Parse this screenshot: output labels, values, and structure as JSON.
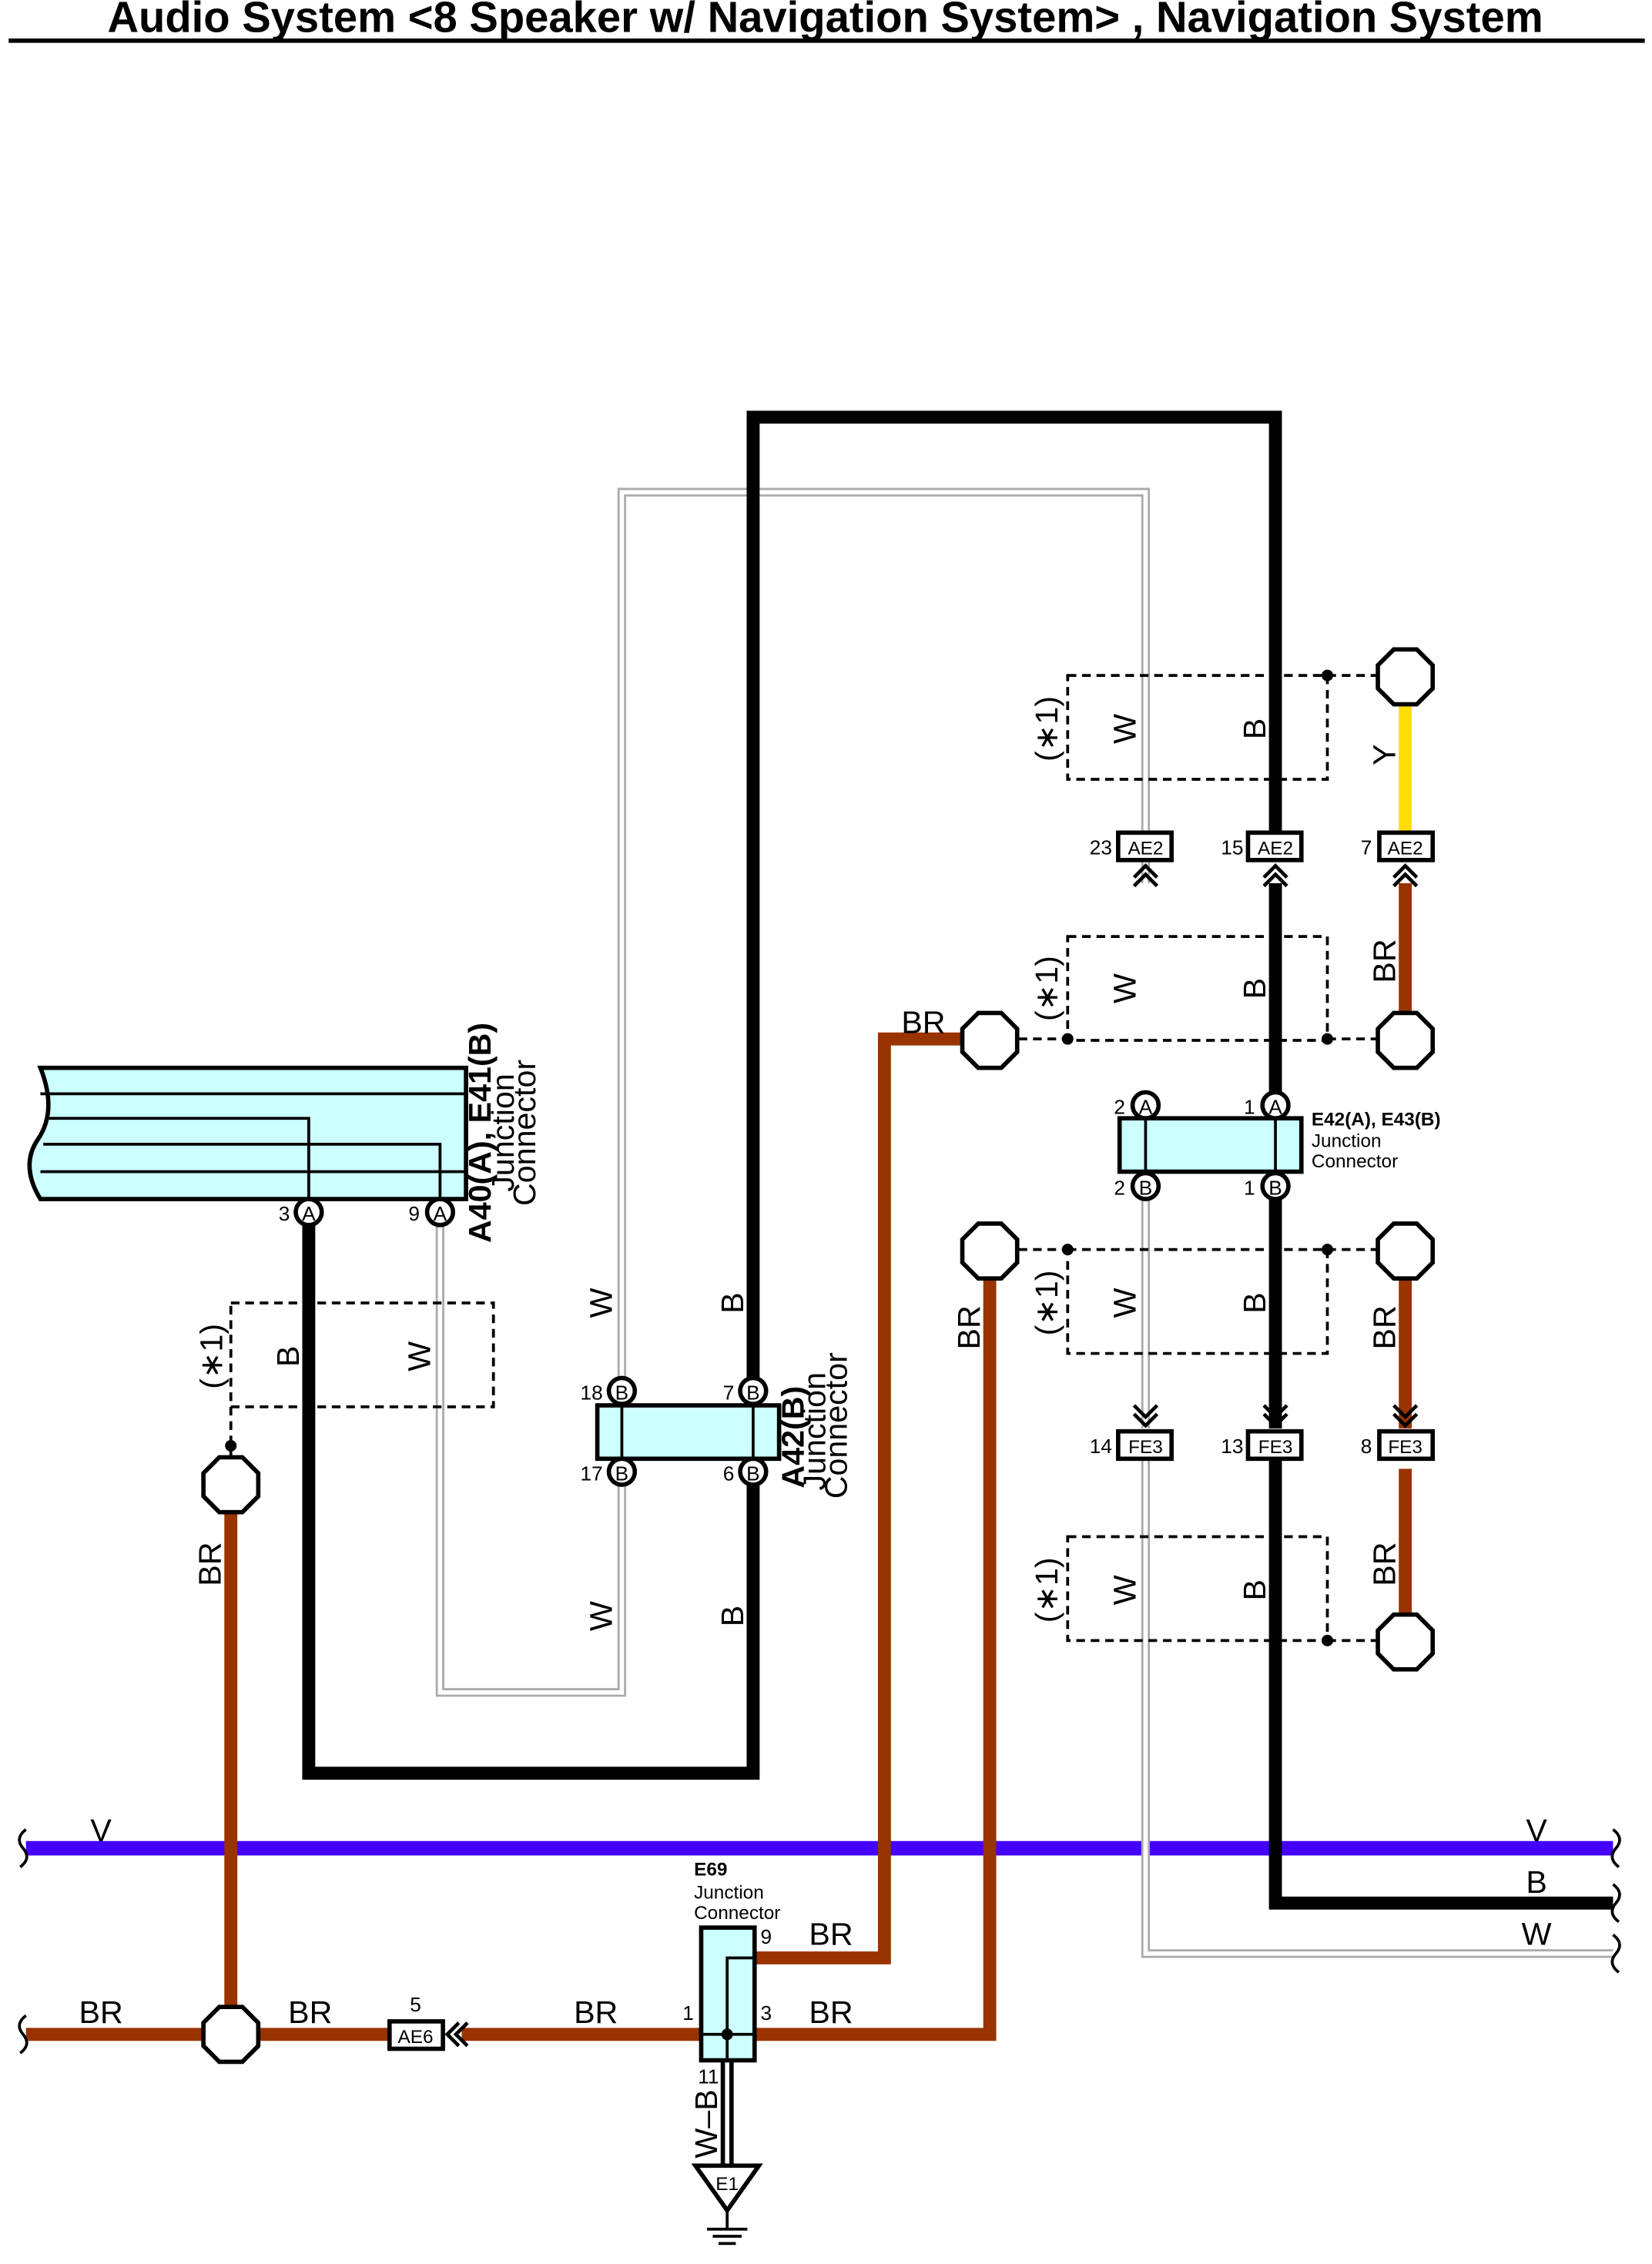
{
  "title": "Audio System <8 Speaker w/ Navigation System> , Navigation System",
  "colors": {
    "B": "#000000",
    "W": "#aaaaaa",
    "BR": "#993300",
    "Y": "#ffdd00",
    "V": "#4400ff",
    "connector_fill": "#ccffff"
  },
  "labels": {
    "w": "W",
    "b": "B",
    "br": "BR",
    "y": "Y",
    "v": "V",
    "wb": "W–B",
    "star1": "(∗1)"
  },
  "connectors": {
    "a40": {
      "title": "A40(A), E41(B)",
      "sub1": "Junction",
      "sub2": "Connector",
      "pins": [
        "3",
        "A",
        "9",
        "A"
      ]
    },
    "a42": {
      "title": "A42(B)",
      "sub1": "Junction",
      "sub2": "Connector",
      "pins": [
        "18",
        "B",
        "7",
        "B",
        "17",
        "B",
        "6",
        "B"
      ]
    },
    "e42": {
      "title": "E42(A), E43(B)",
      "sub1": "Junction",
      "sub2": "Connector",
      "pins": [
        "2",
        "A",
        "1",
        "A",
        "2",
        "B",
        "1",
        "B"
      ]
    },
    "e69": {
      "title": "E69",
      "sub1": "Junction",
      "sub2": "Connector",
      "pins": [
        "9",
        "1",
        "3",
        "11"
      ]
    },
    "ae2": {
      "name": "AE2",
      "pins": [
        "23",
        "15",
        "7"
      ]
    },
    "fe3": {
      "name": "FE3",
      "pins": [
        "14",
        "13",
        "8"
      ]
    },
    "ae6": {
      "name": "AE6",
      "pin": "5"
    },
    "e1": {
      "name": "E1"
    }
  }
}
